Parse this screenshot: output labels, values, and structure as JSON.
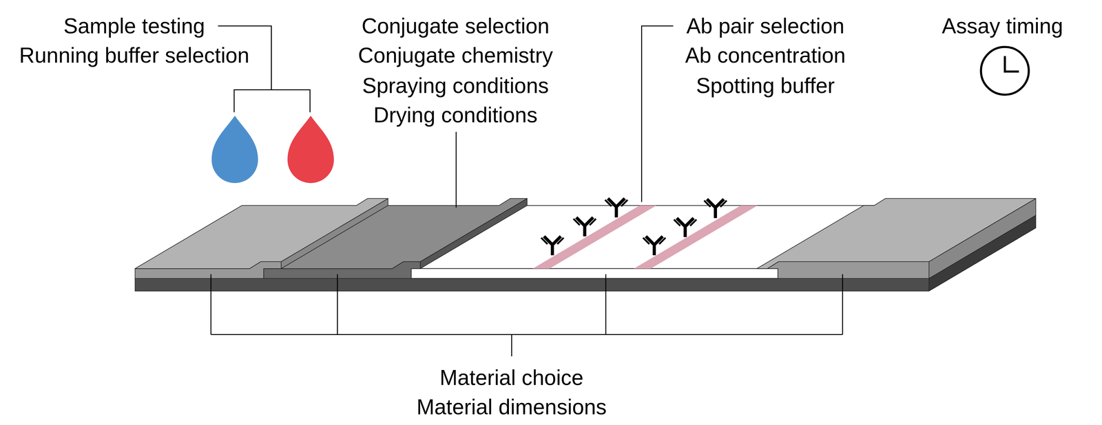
{
  "diagram": {
    "labels": [
      "Sample testing",
      "Running buffer selection",
      "Conjugate selection",
      "Conjugate chemistry",
      "Spraying conditions",
      "Drying conditions",
      "Ab pair selection",
      "Ab concentration",
      "Spotting buffer",
      "Assay timing",
      "Material choice",
      "Material dimensions"
    ]
  }
}
